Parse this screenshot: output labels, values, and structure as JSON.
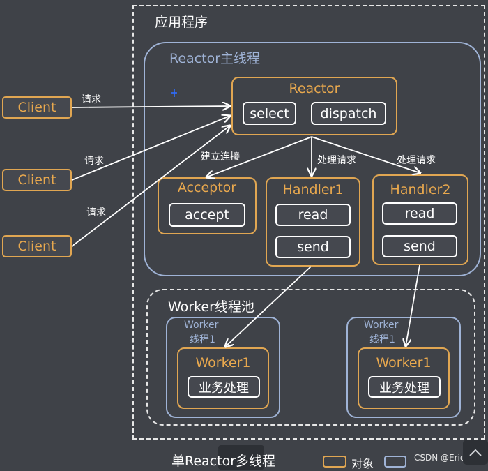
{
  "app_title": "应用程序",
  "reactor_group": {
    "title": "Reactor主线程"
  },
  "reactor": {
    "title": "Reactor",
    "select": "select",
    "dispatch": "dispatch"
  },
  "acceptor": {
    "title": "Acceptor",
    "accept": "accept"
  },
  "handler1": {
    "title": "Handler1",
    "read": "read",
    "send": "send"
  },
  "handler2": {
    "title": "Handler2",
    "read": "read",
    "send": "send"
  },
  "clients": [
    "Client",
    "Client",
    "Client"
  ],
  "request_labels": [
    "请求",
    "请求",
    "请求"
  ],
  "edge_labels": {
    "connect": "建立连接",
    "handle1": "处理请求",
    "handle2": "处理请求"
  },
  "worker_pool": {
    "title": "Worker线程池"
  },
  "worker_thread1": {
    "label_line1": "Worker",
    "label_line2": "线程1",
    "title": "Worker1",
    "task": "业务处理"
  },
  "worker_thread2": {
    "label_line1": "Worker",
    "label_line2": "线程1",
    "title": "Worker1",
    "task": "业务处理"
  },
  "footer": {
    "caption": "单Reactor多线程",
    "legend_object": "对象",
    "watermark": "CSDN @EricFRQ"
  },
  "colors": {
    "object_border": "#e0a652",
    "thread_border": "#9fb3d6",
    "background": "#3f4248"
  }
}
